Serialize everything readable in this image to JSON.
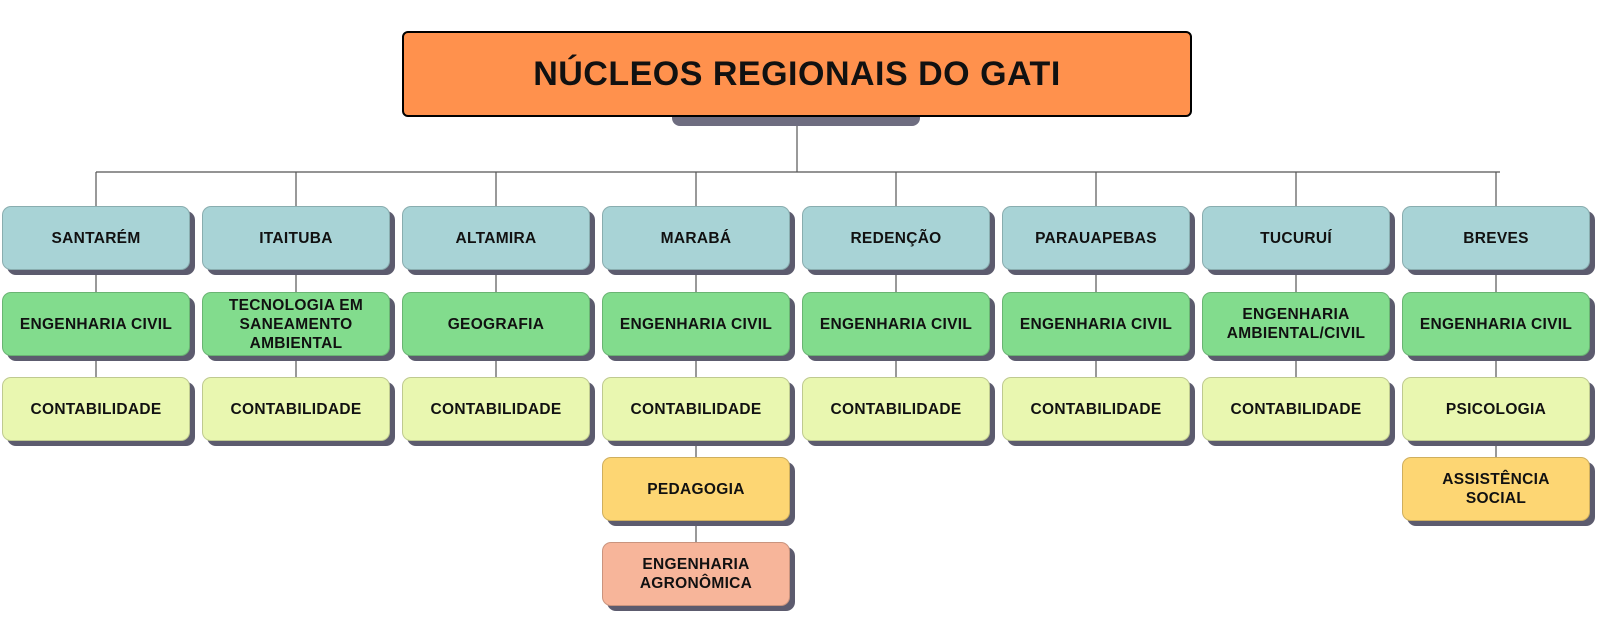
{
  "title": "NÚCLEOS REGIONAIS DO GATI",
  "colors": {
    "title": "#ff914d",
    "region": "#a8d3d6",
    "course_1": "#82dc8d",
    "course_2": "#e9f7b0",
    "course_3": "#fdd673",
    "course_4": "#f7b59a",
    "connector": "#555555",
    "shadow": "#5c5b6e"
  },
  "regions": [
    {
      "name": "SANTARÉM",
      "courses": [
        "ENGENHARIA CIVIL",
        "CONTABILIDADE"
      ]
    },
    {
      "name": "ITAITUBA",
      "courses": [
        "TECNOLOGIA EM\nSANEAMENTO\nAMBIENTAL",
        "CONTABILIDADE"
      ]
    },
    {
      "name": "ALTAMIRA",
      "courses": [
        "GEOGRAFIA",
        "CONTABILIDADE"
      ]
    },
    {
      "name": "MARABÁ",
      "courses": [
        "ENGENHARIA CIVIL",
        "CONTABILIDADE",
        "PEDAGOGIA",
        "ENGENHARIA\nAGRONÔMICA"
      ]
    },
    {
      "name": "REDENÇÃO",
      "courses": [
        "ENGENHARIA CIVIL",
        "CONTABILIDADE"
      ]
    },
    {
      "name": "PARAUAPEBAS",
      "courses": [
        "ENGENHARIA CIVIL",
        "CONTABILIDADE"
      ]
    },
    {
      "name": "TUCURUÍ",
      "courses": [
        "ENGENHARIA\nAMBIENTAL/CIVIL",
        "CONTABILIDADE"
      ]
    },
    {
      "name": "BREVES",
      "courses": [
        "ENGENHARIA CIVIL",
        "PSICOLOGIA",
        "ASSISTÊNCIA\nSOCIAL"
      ]
    }
  ]
}
